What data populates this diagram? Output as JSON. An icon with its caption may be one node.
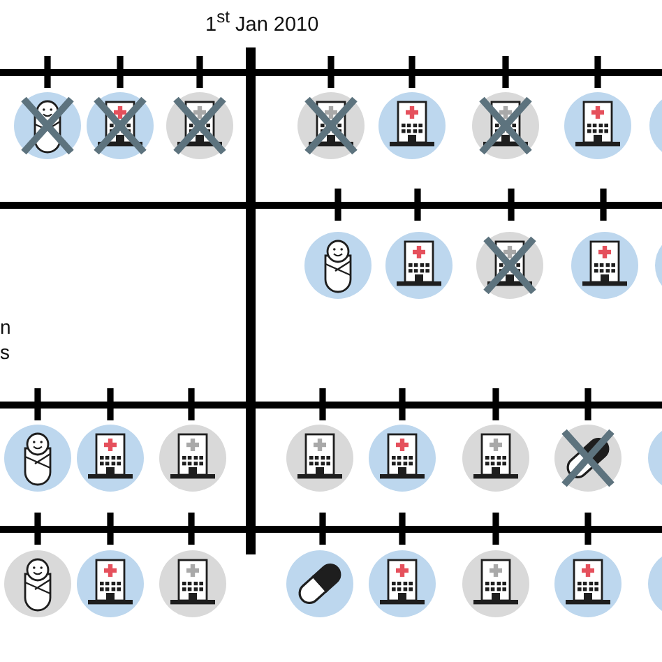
{
  "diagram": {
    "labels": [
      "1$^{st}$ Jan 2010",
      "n",
      "s"
    ]
  }
}
